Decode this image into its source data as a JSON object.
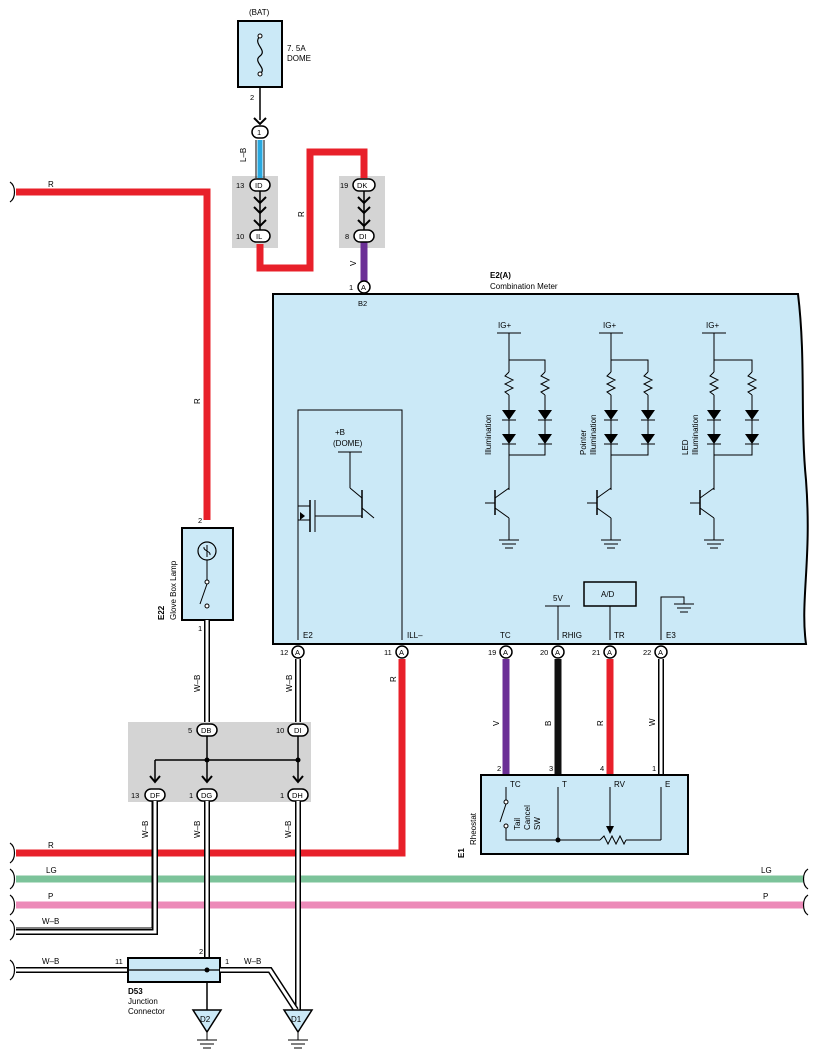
{
  "fuse": {
    "source": "(BAT)",
    "rating": "7. 5A",
    "name": "DOME",
    "pin": "2"
  },
  "wire_colors": {
    "R": "#e8202a",
    "L-B": "#29a9e0",
    "V": "#6b2f96",
    "B": "#111111",
    "LG": "#7cc39a",
    "P": "#ec8ab8",
    "W": "#ffffff",
    "W-B": "#ffffff"
  },
  "colors": {
    "component_fill": "#cbe9f7",
    "junction_fill": "#d4d4d4"
  },
  "wires": {
    "r_top": "R",
    "lb": "L–B",
    "r_loop": "R",
    "v_top": "V",
    "r_left": "R",
    "wb_e22": "W–B",
    "wb_e2": "W–B",
    "r_ill": "R",
    "v_tc": "V",
    "b_rhig": "B",
    "r_tr": "R",
    "w_e3": "W",
    "wb_df": "W–B",
    "wb_dg": "W–B",
    "wb_dh": "W–B",
    "bus_r": "R",
    "bus_lg": "LG",
    "bus_lg_right": "LG",
    "bus_p": "P",
    "bus_p_right": "P",
    "bus_wb1": "W–B",
    "bus_wb2": "W–B",
    "d53_right_wb": "W–B"
  },
  "connectors": {
    "c1": {
      "name": "1"
    },
    "id": {
      "pin": "13",
      "name": "ID"
    },
    "il": {
      "pin": "10",
      "name": "IL"
    },
    "dk": {
      "pin": "19",
      "name": "DK"
    },
    "di_top": {
      "pin": "8",
      "name": "DI"
    },
    "db": {
      "pin": "5",
      "name": "DB"
    },
    "di_mid": {
      "pin": "10",
      "name": "DI"
    },
    "df": {
      "pin": "13",
      "name": "DF"
    },
    "dg": {
      "pin": "1",
      "name": "DG"
    },
    "dh": {
      "pin": "1",
      "name": "DH"
    }
  },
  "combination_meter": {
    "ref": "E2(A)",
    "name": "Combination Meter",
    "top_pin": {
      "num": "1",
      "conn": "A",
      "label": "B2"
    },
    "bottom_pins": [
      {
        "terminal": "E2",
        "num": "12",
        "conn": "A"
      },
      {
        "terminal": "ILL–",
        "num": "11",
        "conn": "A"
      },
      {
        "terminal": "TC",
        "num": "19",
        "conn": "A"
      },
      {
        "terminal": "RHIG",
        "num": "20",
        "conn": "A"
      },
      {
        "terminal": "TR",
        "num": "21",
        "conn": "A"
      },
      {
        "terminal": "E3",
        "num": "22",
        "conn": "A"
      }
    ],
    "plus_b": "+B",
    "dome": "(DOME)",
    "five_v": "5V",
    "ad": "A/D",
    "ig1": "IG+",
    "ig2": "IG+",
    "ig3": "IG+",
    "group1": "Illumination",
    "group2a": "Pointer",
    "group2b": "Illumination",
    "group3a": "LED",
    "group3b": "Illumination"
  },
  "glove_box_lamp": {
    "ref": "E22",
    "name": "Glove Box Lamp",
    "pin_top": "2",
    "pin_bottom": "1"
  },
  "rheostat": {
    "ref": "E1",
    "name": "Rheostat",
    "pins": [
      {
        "num": "2",
        "terminal": "TC"
      },
      {
        "num": "3",
        "terminal": "T"
      },
      {
        "num": "4",
        "terminal": "RV"
      },
      {
        "num": "1",
        "terminal": "E"
      }
    ],
    "switch_l1": "Tail",
    "switch_l2": "Cancel",
    "switch_l3": "SW"
  },
  "junction": {
    "ref": "D53",
    "name1": "Junction",
    "name2": "Connector",
    "pin_left": "11",
    "pin_top": "2",
    "pin_right": "1"
  },
  "grounds": {
    "d2": "D2",
    "d1": "D1"
  }
}
